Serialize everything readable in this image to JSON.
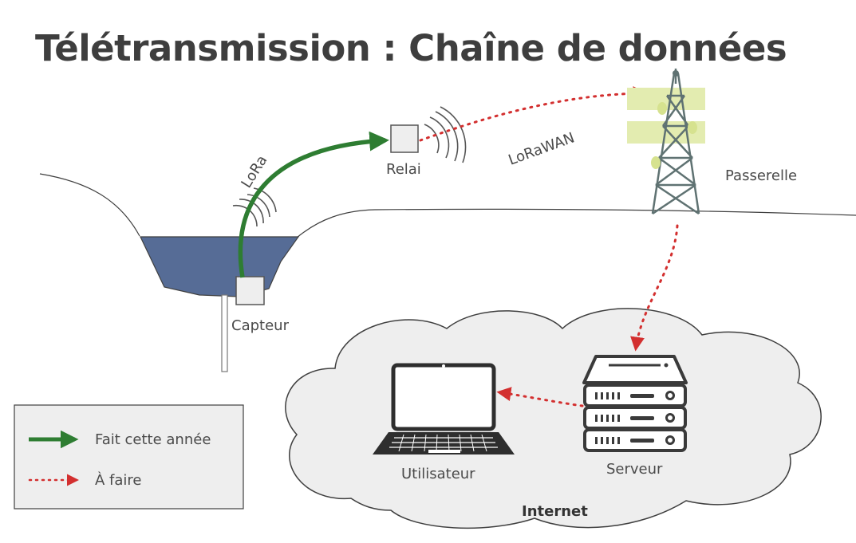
{
  "title": "Télétransmission : Chaîne de données",
  "labels": {
    "lora": "LoRa",
    "relay": "Relai",
    "lorawan": "LoRaWAN",
    "gateway": "Passerelle",
    "sensor": "Capteur",
    "server": "Serveur",
    "user": "Utilisateur",
    "internet": "Internet"
  },
  "legend": {
    "done": "Fait cette année",
    "todo": "À faire"
  },
  "colors": {
    "done": "#2e7d32",
    "todo": "#d32f2f",
    "water": "#566c96",
    "antenna_band": "#e3ecb0",
    "tower": "#5f7272",
    "legend_bg": "#eeeeee",
    "cloud": "#eeeeee",
    "device": "#4a4a4a"
  }
}
